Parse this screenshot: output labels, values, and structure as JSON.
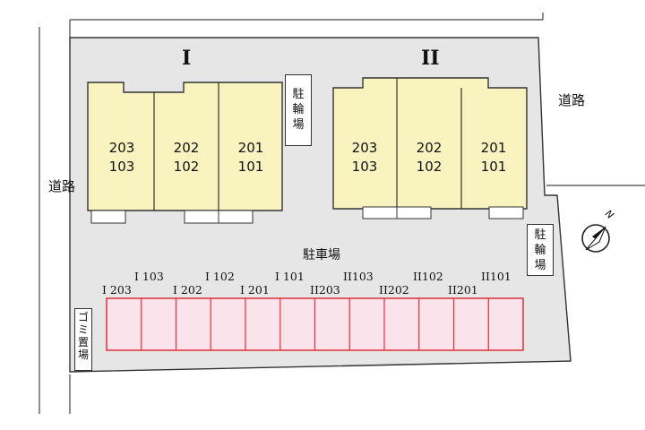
{
  "roads": {
    "left": "道路",
    "right": "道路"
  },
  "buildings": [
    {
      "label": "I",
      "units": [
        {
          "upper": "203",
          "lower": "103"
        },
        {
          "upper": "202",
          "lower": "102"
        },
        {
          "upper": "201",
          "lower": "101"
        }
      ]
    },
    {
      "label": "II",
      "units": [
        {
          "upper": "203",
          "lower": "103"
        },
        {
          "upper": "202",
          "lower": "102"
        },
        {
          "upper": "201",
          "lower": "101"
        }
      ]
    }
  ],
  "bike_parking": [
    "駐輪場",
    "駐輪場"
  ],
  "parking_lot_label": "駐車場",
  "parking_slots_top": [
    "I 103",
    "I 102",
    "I 101",
    "II103",
    "II102",
    "II101"
  ],
  "parking_slots_bottom": [
    "I 203",
    "I 202",
    "I 201",
    "II203",
    "II202",
    "II201"
  ],
  "parking_slot_count": 12,
  "trash_area": "ゴミ置場",
  "compass": {
    "label": "N"
  },
  "colors": {
    "lot": "#e6e6e6",
    "building": "#f8f3bf",
    "slot_fill": "#fbe3ec",
    "slot_border": "#e0303a",
    "outline": "#333333"
  }
}
